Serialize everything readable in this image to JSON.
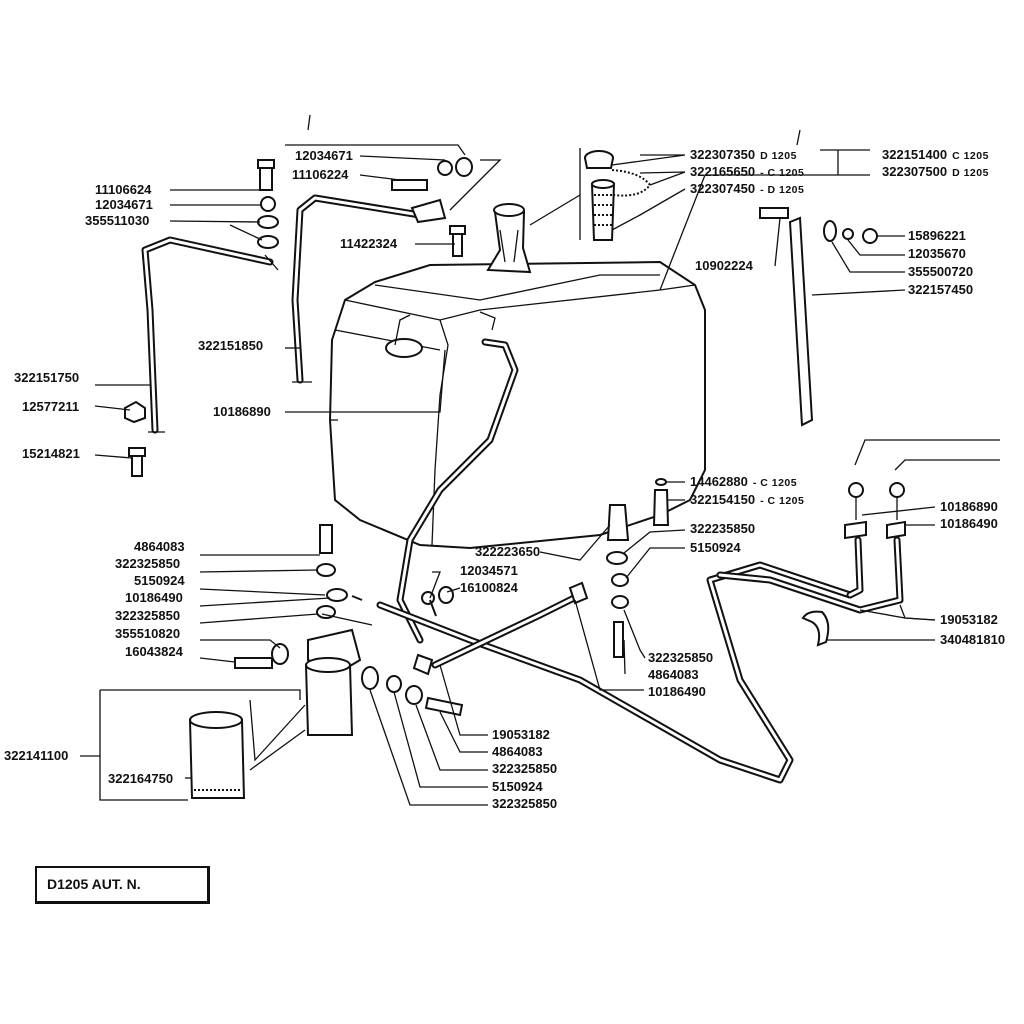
{
  "model_label": "D1205 AUT. N.",
  "labels": [
    {
      "id": "p12034671a",
      "text": "12034671"
    },
    {
      "id": "p11106224a",
      "text": "11106224"
    },
    {
      "id": "p11106624",
      "text": "11106624"
    },
    {
      "id": "p12034671b",
      "text": "12034671"
    },
    {
      "id": "p355511030",
      "text": "355511030"
    },
    {
      "id": "p11422324",
      "text": "11422324"
    },
    {
      "id": "p322151850",
      "text": "322151850"
    },
    {
      "id": "p322151750",
      "text": "322151750"
    },
    {
      "id": "p12577211",
      "text": "12577211"
    },
    {
      "id": "p10186890a",
      "text": "10186890"
    },
    {
      "id": "p15214821",
      "text": "15214821"
    },
    {
      "id": "p322307350",
      "text": "322307350",
      "suffix": "D 1205"
    },
    {
      "id": "p322165650",
      "text": "322165650",
      "suffix": "- C 1205"
    },
    {
      "id": "p322307450",
      "text": "322307450",
      "suffix": "- D 1205"
    },
    {
      "id": "p322151400",
      "text": "322151400",
      "suffix": "C 1205"
    },
    {
      "id": "p322307500",
      "text": "322307500",
      "suffix": "D 1205"
    },
    {
      "id": "p15896221",
      "text": "15896221"
    },
    {
      "id": "p12035670",
      "text": "12035670"
    },
    {
      "id": "p10902224",
      "text": "10902224"
    },
    {
      "id": "p355500720",
      "text": "355500720"
    },
    {
      "id": "p322157450",
      "text": "322157450"
    },
    {
      "id": "p14462880",
      "text": "14462880",
      "suffix": "- C 1205"
    },
    {
      "id": "p322154150",
      "text": "322154150",
      "suffix": "- C 1205"
    },
    {
      "id": "p10186890b",
      "text": "10186890"
    },
    {
      "id": "p10186490a",
      "text": "10186490"
    },
    {
      "id": "p322235850",
      "text": "322235850"
    },
    {
      "id": "p322223650",
      "text": "322223650"
    },
    {
      "id": "p5150924a",
      "text": "5150924"
    },
    {
      "id": "p4864083a",
      "text": "4864083"
    },
    {
      "id": "p322325850a",
      "text": "322325850"
    },
    {
      "id": "p5150924b",
      "text": "5150924"
    },
    {
      "id": "p12034571",
      "text": "12034571"
    },
    {
      "id": "p16100824",
      "text": "16100824"
    },
    {
      "id": "p10186490b",
      "text": "10186490"
    },
    {
      "id": "p322325850b",
      "text": "322325850"
    },
    {
      "id": "p355510820",
      "text": "355510820"
    },
    {
      "id": "p16043824",
      "text": "16043824"
    },
    {
      "id": "p322325850c",
      "text": "322325850"
    },
    {
      "id": "p4864083b",
      "text": "4864083"
    },
    {
      "id": "p10186490c",
      "text": "10186490"
    },
    {
      "id": "p19053182a",
      "text": "19053182"
    },
    {
      "id": "p340481810",
      "text": "340481810"
    },
    {
      "id": "p322141100",
      "text": "322141100"
    },
    {
      "id": "p322164750",
      "text": "322164750"
    },
    {
      "id": "p19053182b",
      "text": "19053182"
    },
    {
      "id": "p4864083c",
      "text": "4864083"
    },
    {
      "id": "p322325850d",
      "text": "322325850"
    },
    {
      "id": "p5150924c",
      "text": "5150924"
    },
    {
      "id": "p322325850e",
      "text": "322325850"
    }
  ]
}
